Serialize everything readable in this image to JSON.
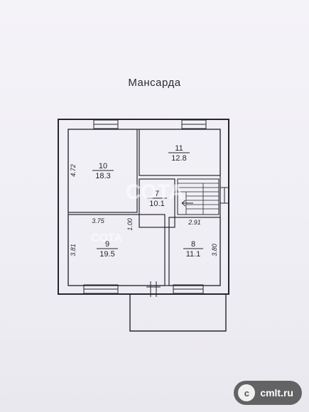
{
  "title": "Мансарда",
  "rooms": [
    {
      "id": "10",
      "number": "10",
      "area": "18.3"
    },
    {
      "id": "11",
      "number": "11",
      "area": "12.8"
    },
    {
      "id": "7",
      "number": "7",
      "area": "10.1"
    },
    {
      "id": "9",
      "number": "9",
      "area": "19.5"
    },
    {
      "id": "8",
      "number": "8",
      "area": "11.1"
    }
  ],
  "dimensions": {
    "left_upper": "4.72",
    "room9_top": "3.75",
    "corridor_width": "1.00",
    "room8_top": "2.91",
    "left_lower": "3.81",
    "right_lower": "3.80"
  },
  "watermark": {
    "center_text_1": "СОТА",
    "center_text_2": "СОТА",
    "badge_icon": "c",
    "badge_text": "cmlt.ru"
  },
  "colors": {
    "line": "#26262e",
    "paper": "#f2f1f7"
  }
}
